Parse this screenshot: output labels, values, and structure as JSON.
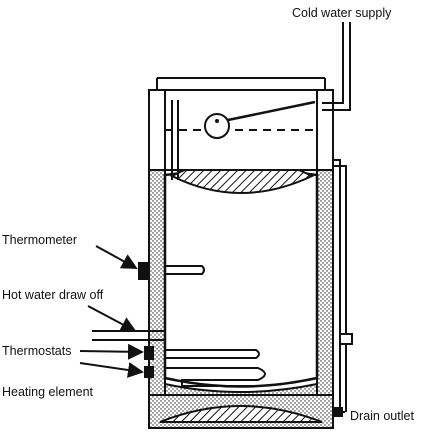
{
  "labels": {
    "cold_water_supply": "Cold water supply",
    "thermometer": "Thermometer",
    "hot_water_draw_off": "Hot water draw off",
    "thermostats": "Thermostats",
    "heating_element": "Heating element",
    "drain_outlet": "Drain outlet"
  }
}
